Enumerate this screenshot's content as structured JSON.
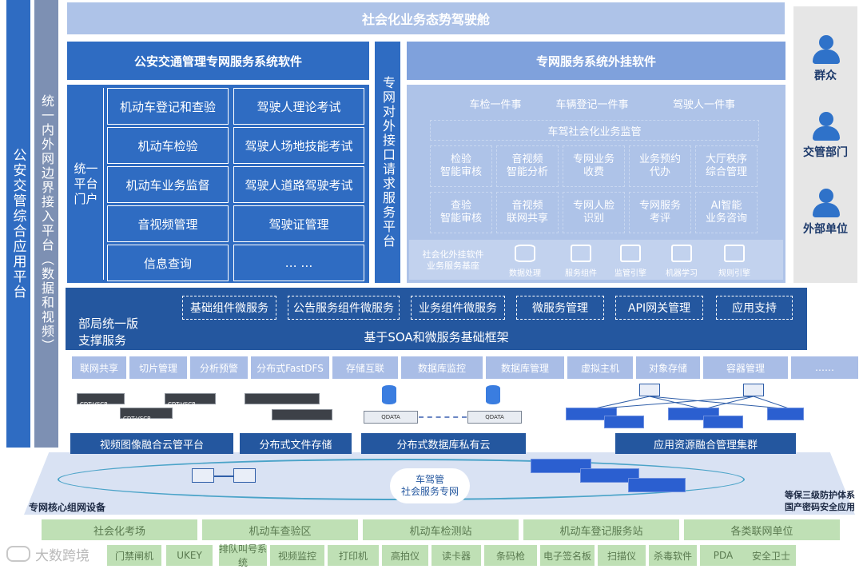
{
  "left_platform": {
    "title": "公安交管综合应用平台"
  },
  "border_platform": {
    "title": "统一内外网边界接入平台（数据和视频）"
  },
  "cockpit": {
    "title": "社会化业务态势驾驶舱"
  },
  "traffic_software": {
    "title": "公安交通管理专网服务系统软件",
    "portal": "统一平台门户",
    "items": [
      "机动车登记和查验",
      "驾驶人理论考试",
      "机动车检验",
      "驾驶人场地技能考试",
      "机动车业务监督",
      "驾驶人道路驾驶考试",
      "音视频管理",
      "驾驶证管理",
      "信息查询",
      "… …"
    ]
  },
  "request_platform": {
    "title": "专网对外接口请求服务平台"
  },
  "plugin_software": {
    "title": "专网服务系统外挂软件",
    "one_items": [
      "车检一件事",
      "车辆登记一件事",
      "驾驶人一件事"
    ],
    "supervision": "车驾社会化业务监管",
    "grid": [
      "检验\n智能审核",
      "音视频\n智能分析",
      "专网业务\n收费",
      "业务预约\n代办",
      "大厅秩序\n综合管理",
      "查验\n智能审核",
      "音视频\n联网共享",
      "专网人脸\n识别",
      "专网服务\n考评",
      "AI智能\n业务咨询"
    ],
    "base_label": "社会化外挂软件\n业务服务基座",
    "base_items": [
      "数据处理",
      "服务组件",
      "监管引擎",
      "机器学习",
      "规则引擎"
    ]
  },
  "users": [
    "群众",
    "交管部门",
    "外部单位"
  ],
  "support": {
    "title": "部局统一版\n支撑服务",
    "items": [
      "基础组件微服务",
      "公告服务组件微服务",
      "业务组件微服务",
      "微服务管理",
      "API网关管理",
      "应用支持"
    ],
    "framework": "基于SOA和微服务基础框架"
  },
  "infra_tags": [
    "联网共享",
    "切片管理",
    "分析预警",
    "分布式FastDFS",
    "存储互联",
    "数据库监控",
    "数据库管理",
    "虚拟主机",
    "对象存储",
    "容器管理",
    "……"
  ],
  "device_labels": [
    "CDT-VSCP",
    "CDT-VSCP",
    "CDT-VSCP",
    "QDATA",
    "QDATA"
  ],
  "clusters": [
    "视频图像融合云管平台",
    "分布式文件存储",
    "分布式数据库私有云",
    "应用资源融合管理集群"
  ],
  "network": {
    "center": "车驾管\n社会服务专网",
    "left_label": "专网核心组网设备",
    "right_label1": "等保三级防护体系",
    "right_label2": "国产密码安全应用"
  },
  "sites": [
    "社会化考场",
    "机动车查验区",
    "机动车检测站",
    "机动车登记服务站",
    "各类联网单位"
  ],
  "terminals": [
    "门禁闸机",
    "UKEY",
    "排队叫号系统",
    "视频监控",
    "打印机",
    "高拍仪",
    "读卡器",
    "条码枪",
    "电子签名板",
    "扫描仪",
    "杀毒软件",
    "PDA",
    "安全卫士"
  ],
  "watermark": "大数跨境"
}
